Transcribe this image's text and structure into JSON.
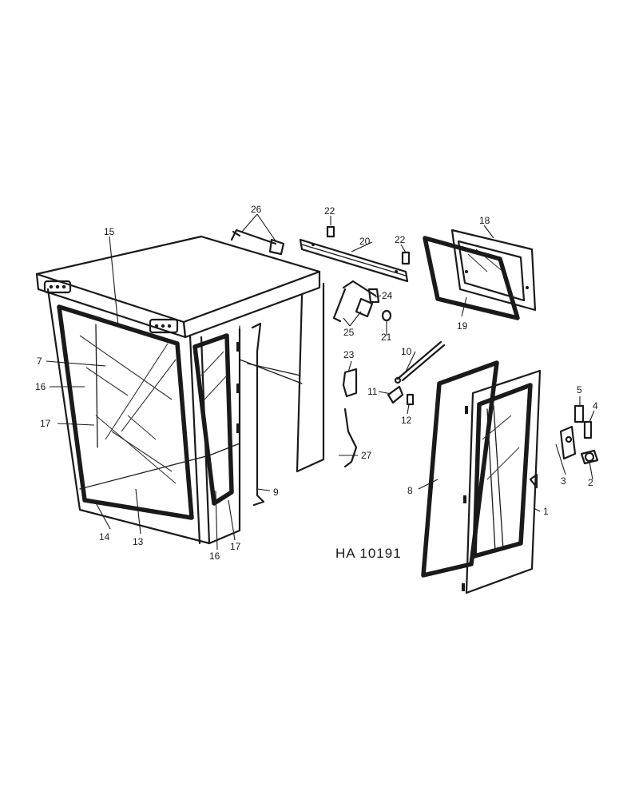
{
  "reference": "HA 10191",
  "callouts": [
    {
      "id": "c26",
      "text": "26"
    },
    {
      "id": "c22a",
      "text": "22"
    },
    {
      "id": "c20",
      "text": "20"
    },
    {
      "id": "c22b",
      "text": "22"
    },
    {
      "id": "c18",
      "text": "18"
    },
    {
      "id": "c15",
      "text": "15"
    },
    {
      "id": "c24",
      "text": "24"
    },
    {
      "id": "c25",
      "text": "25"
    },
    {
      "id": "c21",
      "text": "21"
    },
    {
      "id": "c19",
      "text": "19"
    },
    {
      "id": "c7",
      "text": "7"
    },
    {
      "id": "c10",
      "text": "10"
    },
    {
      "id": "c23",
      "text": "23"
    },
    {
      "id": "c16a",
      "text": "16"
    },
    {
      "id": "c11",
      "text": "11"
    },
    {
      "id": "c12",
      "text": "12"
    },
    {
      "id": "c5",
      "text": "5"
    },
    {
      "id": "c4",
      "text": "4"
    },
    {
      "id": "c17a",
      "text": "17"
    },
    {
      "id": "c27",
      "text": "27"
    },
    {
      "id": "c3",
      "text": "3"
    },
    {
      "id": "c2",
      "text": "2"
    },
    {
      "id": "c8",
      "text": "8"
    },
    {
      "id": "c9",
      "text": "9"
    },
    {
      "id": "c1",
      "text": "1"
    },
    {
      "id": "c14",
      "text": "14"
    },
    {
      "id": "c13",
      "text": "13"
    },
    {
      "id": "c16b",
      "text": "16"
    },
    {
      "id": "c17b",
      "text": "17"
    }
  ]
}
